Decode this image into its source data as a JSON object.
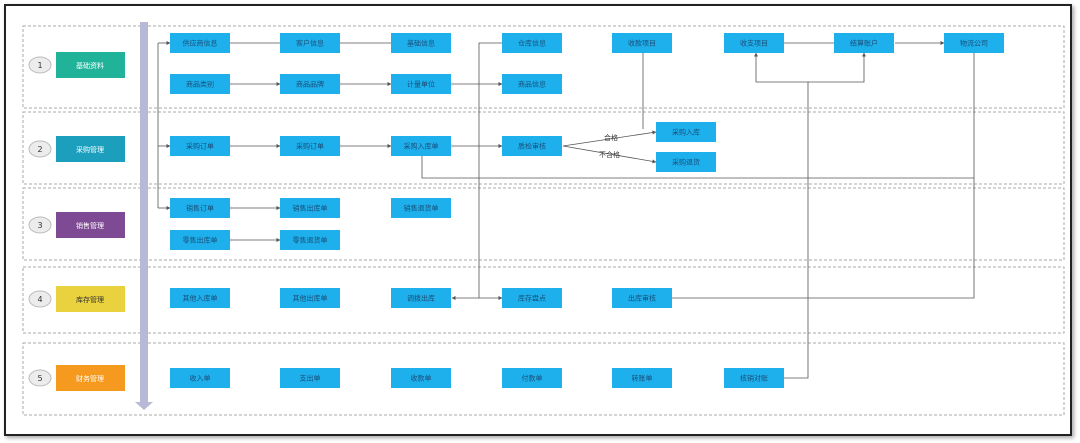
{
  "modules": [
    {
      "number": "1",
      "label": "基础资料",
      "color": "#20b39a"
    },
    {
      "number": "2",
      "label": "采购管理",
      "color": "#1b9fbd"
    },
    {
      "number": "3",
      "label": "销售管理",
      "color": "#7f4a94"
    },
    {
      "number": "4",
      "label": "库存管理",
      "color": "#e9d23d"
    },
    {
      "number": "5",
      "label": "财务管理",
      "color": "#f59a1f"
    }
  ],
  "nodes": {
    "n11": "供应商信息",
    "n12": "客户信息",
    "n13": "基础信息",
    "n14": "仓库信息",
    "n15": "收款项目",
    "n16": "收支项目",
    "n17": "结算账户",
    "n18": "物流公司",
    "n21": "商品类别",
    "n22": "商品品牌",
    "n23": "计量单位",
    "n24": "商品信息",
    "n31": "采购订单",
    "n32": "采购订单",
    "n33": "采购入库单",
    "n34": "质检审核",
    "n35": "采购入库",
    "n36": "采购退货",
    "n41": "销售订单",
    "n42": "销售出库单",
    "n43": "销售退货单",
    "n44": "零售出库单",
    "n45": "零售退货单",
    "n51": "其他入库单",
    "n52": "其他出库单",
    "n53": "调拨出库",
    "n54": "库存盘点",
    "n55": "出库审核",
    "n61": "收入单",
    "n62": "支出单",
    "n63": "收款单",
    "n64": "付款单",
    "n65": "转账单",
    "n66": "核销对账"
  },
  "edge_labels": {
    "pass": "合格",
    "fail": "不合格"
  },
  "colors": {
    "node": "#1eb0ec",
    "node_text": "#1a4e78",
    "timeline": "#b7b9d6",
    "lane_border": "#aaaaaa"
  }
}
